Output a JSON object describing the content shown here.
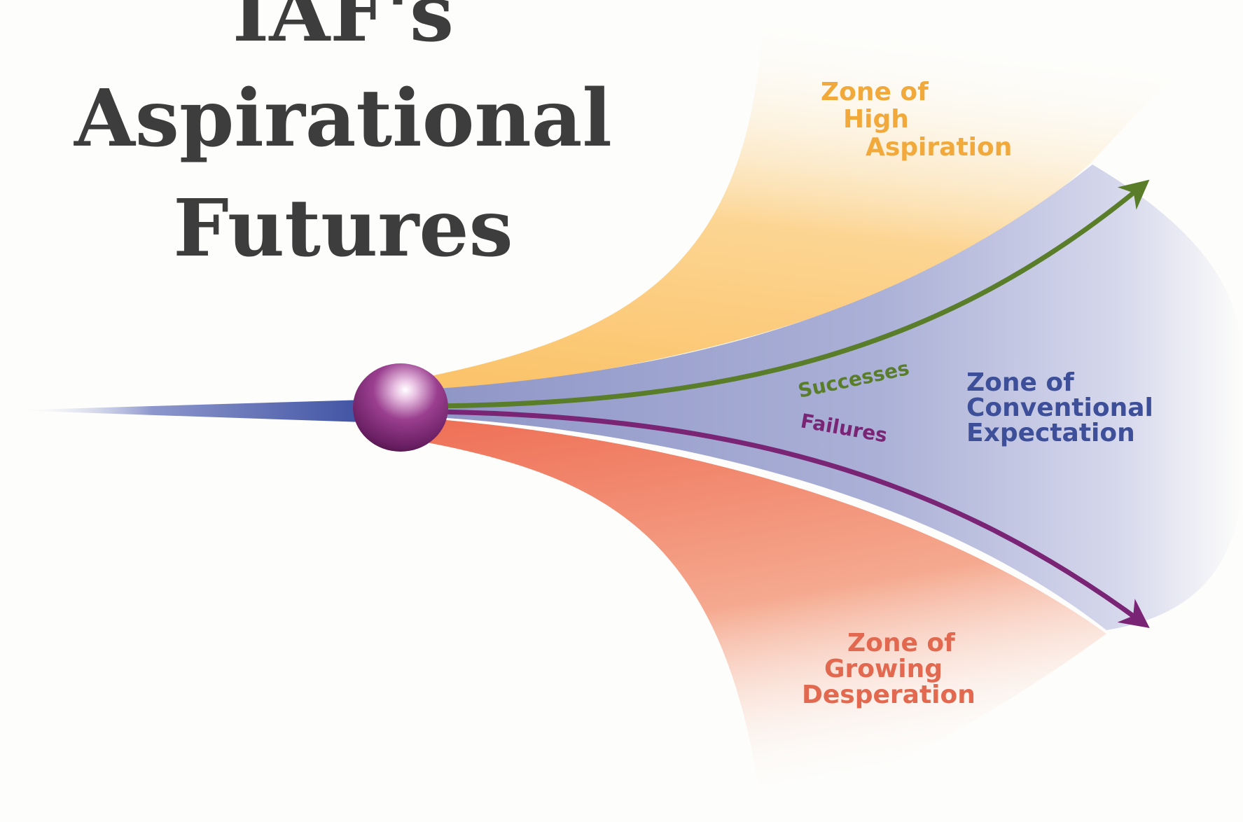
{
  "title": {
    "line1": "IAF's",
    "line2": "Aspirational",
    "line3": "Futures"
  },
  "zones": {
    "high": {
      "lines": [
        "Zone of",
        "High",
        "Aspiration"
      ],
      "color": "#f2a93b"
    },
    "conventional": {
      "lines": [
        "Zone of",
        "Conventional",
        "Expectation"
      ],
      "color": "#3e4f9a"
    },
    "desperation": {
      "lines": [
        "Zone of",
        "Growing",
        "Desperation"
      ],
      "color": "#e2694f"
    }
  },
  "paths": {
    "successes": {
      "label": "Successes",
      "color": "#5a7d2a"
    },
    "failures": {
      "label": "Failures",
      "color": "#7a2475"
    }
  },
  "colors": {
    "high_zone": "#fcc86b",
    "conventional_zone": "#9ea4cf",
    "desperation_zone": "#ef7a5e",
    "origin_sphere": "#7a2872",
    "origin_beam": "#4a5aa8"
  }
}
